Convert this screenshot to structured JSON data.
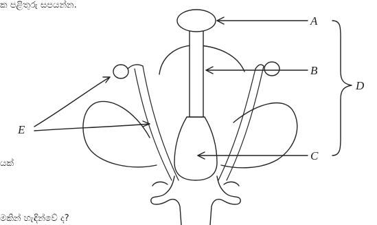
{
  "question": {
    "line_top": "ක පළිතුරු සපයන්න.",
    "line_mid": "යක්",
    "line_bottom": "මකින් හැඳින්වේ ද?"
  },
  "diagram": {
    "labels": {
      "a": "A",
      "b": "B",
      "c": "C",
      "d": "D",
      "e": "E"
    }
  }
}
